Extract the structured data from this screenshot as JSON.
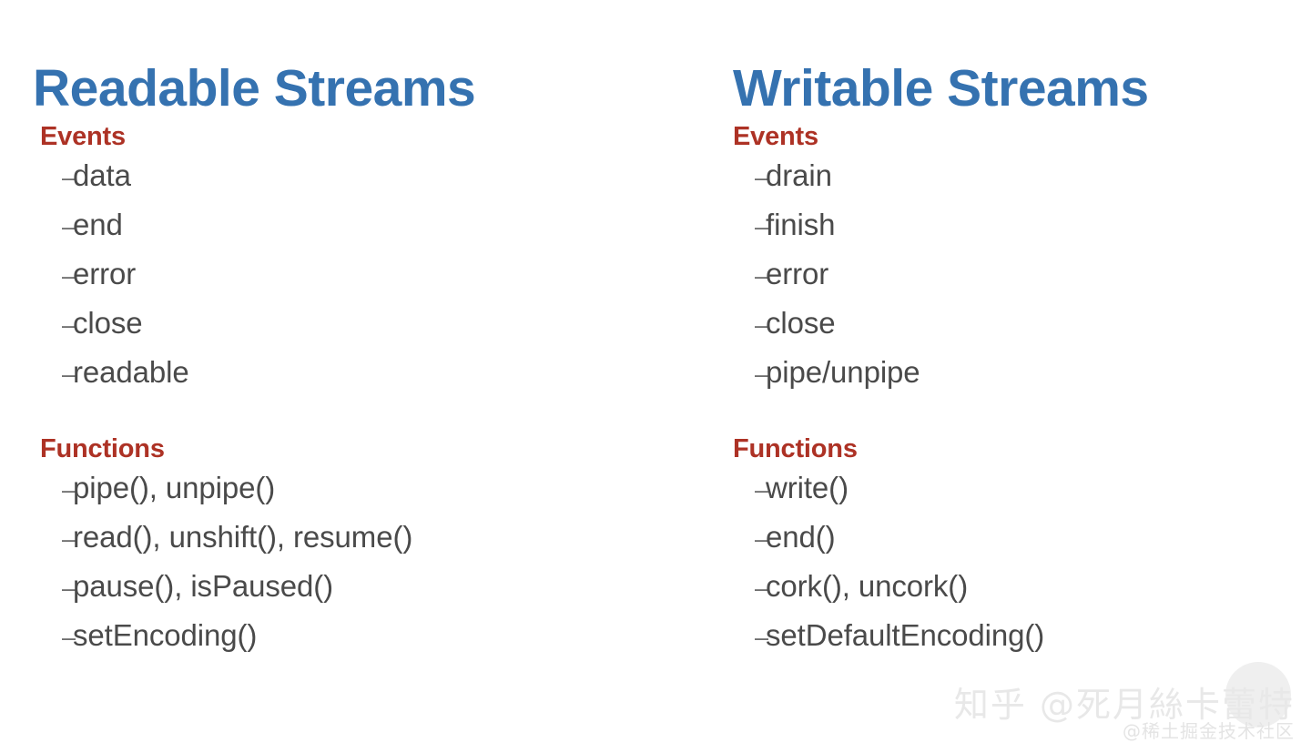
{
  "slide": {
    "background_color": "#ffffff",
    "title_color": "#3572b0",
    "heading_color": "#ad3225",
    "item_color": "#4a4a4a",
    "bullet_marker": "–"
  },
  "columns": [
    {
      "title": "Readable Streams",
      "sections": [
        {
          "heading": "Events",
          "items": [
            {
              "label": "data"
            },
            {
              "label": "end"
            },
            {
              "label": "error"
            },
            {
              "label": "close"
            },
            {
              "label": "readable"
            }
          ]
        },
        {
          "heading": "Functions",
          "items": [
            {
              "label": "pipe(), unpipe()"
            },
            {
              "label": "read(), unshift(), resume()"
            },
            {
              "label": "pause(), isPaused()"
            },
            {
              "label": "setEncoding()"
            }
          ]
        }
      ]
    },
    {
      "title": "Writable Streams",
      "sections": [
        {
          "heading": "Events",
          "items": [
            {
              "label": "drain"
            },
            {
              "label": "finish"
            },
            {
              "label": "error"
            },
            {
              "label": "close"
            },
            {
              "label": "pipe/unpipe"
            }
          ]
        },
        {
          "heading": "Functions",
          "items": [
            {
              "label": "write()"
            },
            {
              "label": "end()"
            },
            {
              "label": "cork(), uncork()"
            },
            {
              "label": "setDefaultEncoding()"
            }
          ]
        }
      ]
    }
  ],
  "watermarks": {
    "main": "知乎 @死月絲卡蕾特",
    "sub": "@稀土掘金技术社区"
  }
}
